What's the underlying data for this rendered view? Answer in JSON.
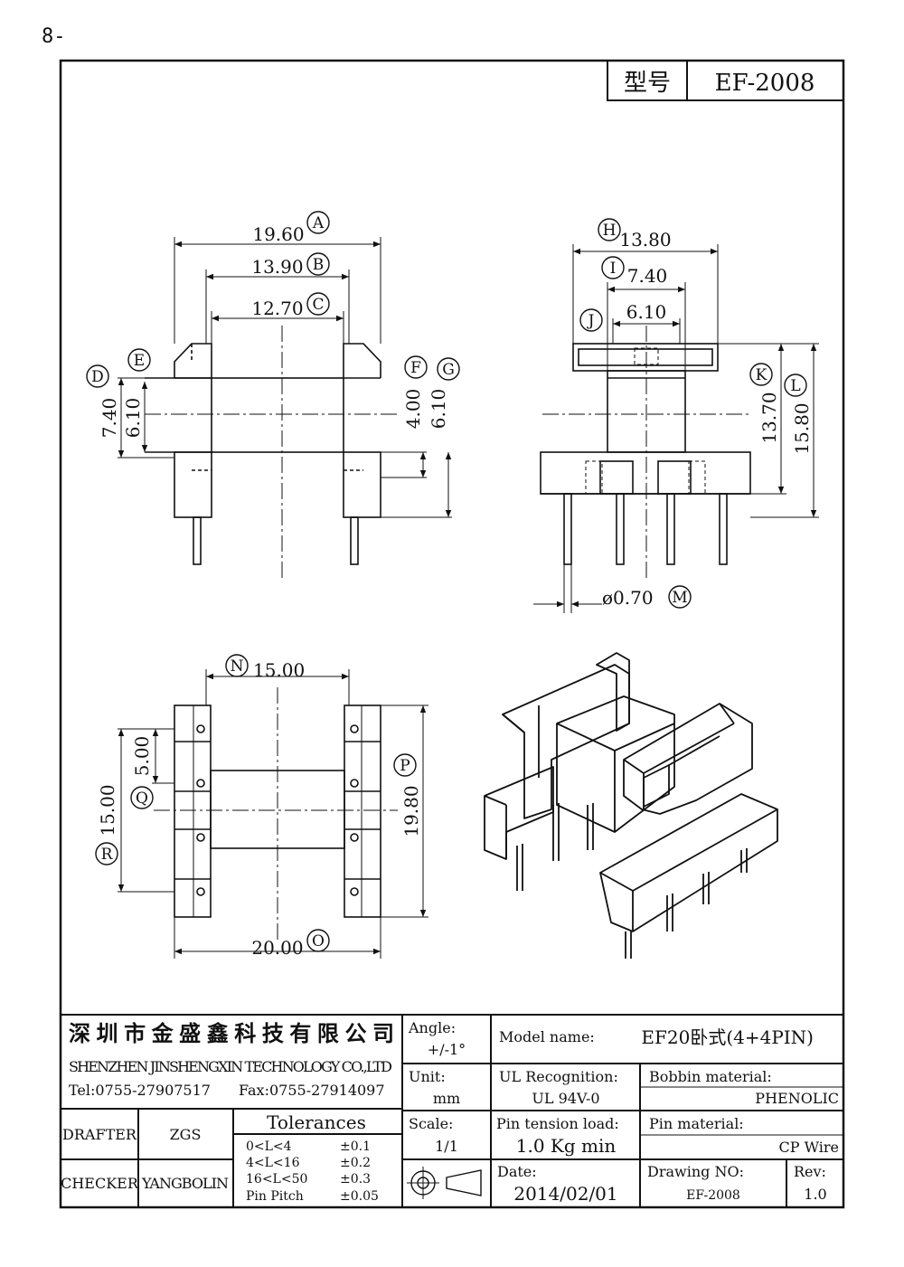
{
  "page_number": "8-",
  "header": {
    "type_label": "型号",
    "type_value": "EF-2008"
  },
  "dimensions": {
    "A": "19.60",
    "B": "13.90",
    "C": "12.70",
    "D": "7.40",
    "E": "6.10",
    "F": "4.00",
    "G": "6.10",
    "H": "13.80",
    "I": "7.40",
    "J": "6.10",
    "K": "13.70",
    "L": "15.80",
    "M": "ø0.70",
    "N": "15.00",
    "O": "20.00",
    "P": "19.80",
    "Q": "5.00",
    "R": "15.00"
  },
  "labels": [
    "A",
    "B",
    "C",
    "D",
    "E",
    "F",
    "G",
    "H",
    "I",
    "J",
    "K",
    "L",
    "M",
    "N",
    "O",
    "P",
    "Q",
    "R"
  ],
  "title_block": {
    "company_cn": "深圳市金盛鑫科技有限公司",
    "company_en": "SHENZHEN JINSHENGXIN TECHNOLOGY CO.,LTD",
    "tel": "Tel:0755-27907517",
    "fax": "Fax:0755-27914097",
    "angle_label": "Angle:",
    "angle_value": "+/-1°",
    "unit_label": "Unit:",
    "unit_value": "mm",
    "scale_label": "Scale:",
    "scale_value": "1/1",
    "model_label": "Model name:",
    "model_value": "EF20卧式(4+4PIN)",
    "ul_label": "UL Recognition:",
    "ul_value": "UL 94V-0",
    "bobbin_label": "Bobbin material:",
    "bobbin_value": "PHENOLIC",
    "pin_tension_label": "Pin tension load:",
    "pin_tension_value": "1.0 Kg min",
    "pin_material_label": "Pin material:",
    "pin_material_value": "CP Wire",
    "drafter_label": "DRAFTER",
    "drafter_value": "ZGS",
    "checker_label": "CHECKER",
    "checker_value": "YANGBOLIN",
    "tolerances_title": "Tolerances",
    "tolerances": [
      {
        "range": "0<L<4",
        "value": "±0.1"
      },
      {
        "range": "4<L<16",
        "value": "±0.2"
      },
      {
        "range": "16<L<50",
        "value": "±0.3"
      },
      {
        "range": "Pin Pitch",
        "value": "±0.05"
      }
    ],
    "date_label": "Date:",
    "date_value": "2014/02/01",
    "drawing_no_label": "Drawing NO:",
    "drawing_no_value": "EF-2008",
    "rev_label": "Rev:",
    "rev_value": "1.0"
  }
}
